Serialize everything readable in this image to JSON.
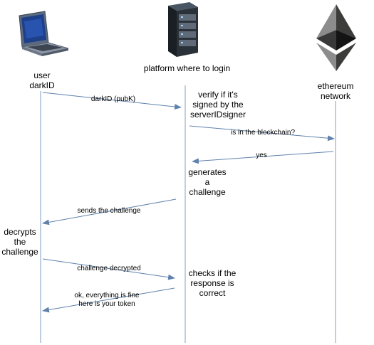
{
  "participants": {
    "user": {
      "label": "user\ndarkID",
      "icon": "laptop-icon"
    },
    "platform": {
      "label": "platform where to login",
      "icon": "server-rack-icon"
    },
    "ethereum": {
      "label": "ethereum\nnetwork",
      "icon": "ethereum-logo-icon"
    }
  },
  "messages": {
    "m1": "darkID (pubK)",
    "m2": "is in the blockchain?",
    "m3": "yes",
    "m4": "sends the challenge",
    "m5": "challenge decrypted",
    "m6": "ok, everything is fine\nhere is your token"
  },
  "notes": {
    "n1": "verify if it's\nsigned by the\nserverIDsigner",
    "n2": "generates\na\nchallenge",
    "n3": "decrypts\nthe\nchallenge",
    "n4": "checks if the\nresponse is\ncorrect"
  },
  "colors": {
    "lifeline": "#7f9fbf",
    "arrow": "#5f82ad"
  }
}
